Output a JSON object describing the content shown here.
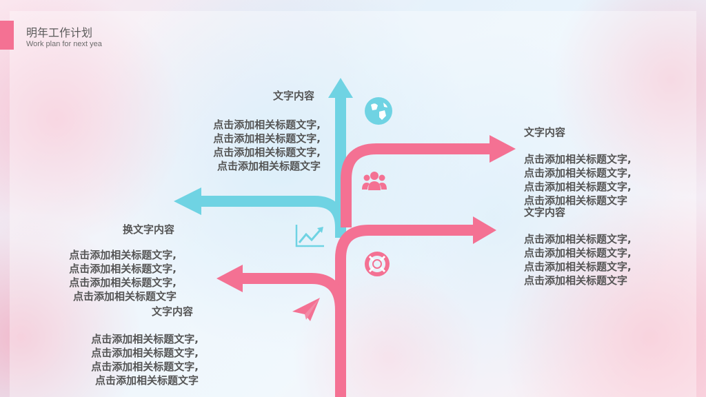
{
  "header": {
    "title": "明年工作计划",
    "subtitle": "Work plan for next yea"
  },
  "blocks": [
    {
      "id": "top-left",
      "heading": "文字内容",
      "lines": [
        "点击添加相关标题文字,",
        "点击添加相关标题文字,",
        "点击添加相关标题文字,",
        "点击添加相关标题文字"
      ]
    },
    {
      "id": "mid-left",
      "heading": "换文字内容",
      "lines": [
        "点击添加相关标题文字,",
        "点击添加相关标题文字,",
        "点击添加相关标题文字,",
        "点击添加相关标题文字"
      ]
    },
    {
      "id": "bottom-left",
      "heading": "文字内容",
      "lines": [
        "点击添加相关标题文字,",
        "点击添加相关标题文字,",
        "点击添加相关标题文字,",
        "点击添加相关标题文字"
      ]
    },
    {
      "id": "top-right",
      "heading": "文字内容",
      "lines": [
        "点击添加相关标题文字,",
        "点击添加相关标题文字,",
        "点击添加相关标题文字,",
        "点击添加相关标题文字"
      ]
    },
    {
      "id": "mid-right",
      "heading": "文字内容",
      "lines": [
        "点击添加相关标题文字,",
        "点击添加相关标题文字,",
        "点击添加相关标题文字,",
        "点击添加相关标题文字"
      ]
    }
  ],
  "icons": [
    "globe-icon",
    "people-icon",
    "chart-icon",
    "lifebuoy-icon",
    "paper-plane-icon"
  ],
  "colors": {
    "pink": "#f47193",
    "blue": "#6fd3e3",
    "text": "#555555"
  }
}
